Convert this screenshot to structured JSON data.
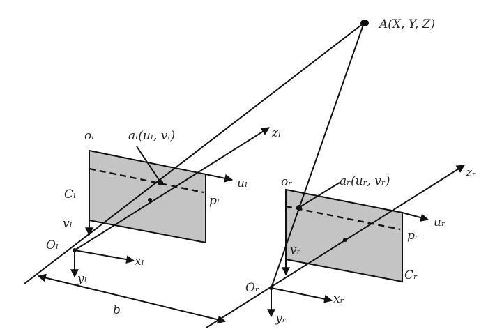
{
  "diagram": {
    "title": "Binocular stereo vision camera model",
    "colors": {
      "plane_fill": "#c4c4c4",
      "line": "#111111"
    },
    "labels": {
      "point_A": "A(X, Y, Z)",
      "left_origin_image": "oₗ",
      "left_image_point": "aₗ(uₗ, vₗ)",
      "left_z": "zₗ",
      "left_u": "uₗ",
      "left_p": "pₗ",
      "left_C": "Cₗ",
      "left_v": "vₗ",
      "left_O": "Oₗ",
      "left_x": "xₗ",
      "left_y": "yₗ",
      "baseline": "b",
      "right_origin_image": "oᵣ",
      "right_image_point": "aᵣ(uᵣ, vᵣ)",
      "right_z": "zᵣ",
      "right_u": "uᵣ",
      "right_p": "pᵣ",
      "right_C": "Cᵣ",
      "right_v": "vᵣ",
      "right_O": "Oᵣ",
      "right_x": "xᵣ",
      "right_y": "yᵣ"
    }
  }
}
